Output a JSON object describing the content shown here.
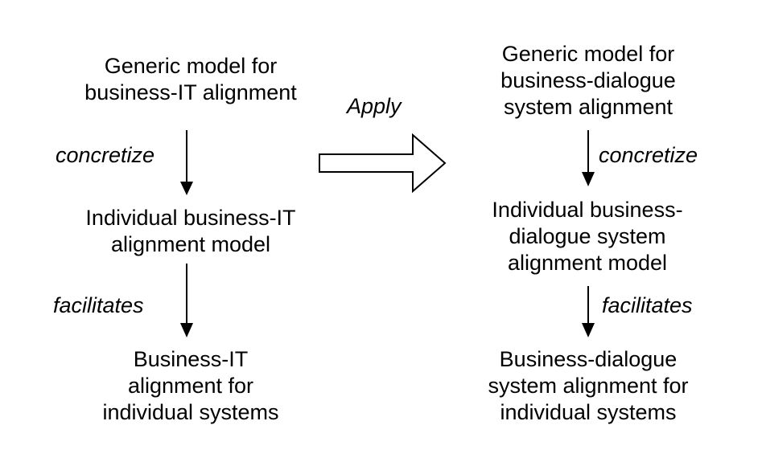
{
  "left": {
    "top_node": "Generic model for\nbusiness-IT alignment",
    "edge1_label": "concretize",
    "middle_node": "Individual business-IT\nalignment model",
    "edge2_label": "facilitates",
    "bottom_node": "Business-IT\nalignment for\nindividual systems"
  },
  "transfer": {
    "label": "Apply"
  },
  "right": {
    "top_node": "Generic model for\nbusiness-dialogue\nsystem alignment",
    "edge1_label": "concretize",
    "middle_node": "Individual  business-\ndialogue system\nalignment model",
    "edge2_label": "facilitates",
    "bottom_node": "Business-dialogue\nsystem alignment for\nindividual systems"
  },
  "colors": {
    "ink": "#000000",
    "background": "#ffffff"
  }
}
